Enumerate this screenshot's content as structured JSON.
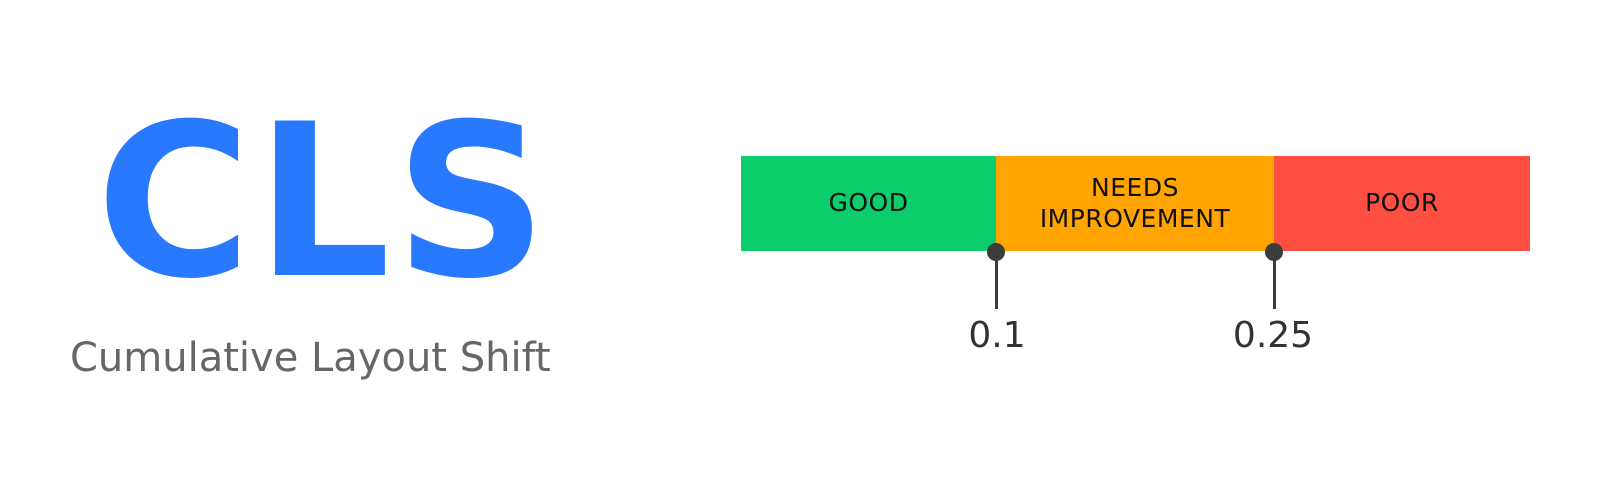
{
  "metric": {
    "title": "CLS",
    "subtitle": "Cumulative Layout Shift",
    "title_color": "#2979ff",
    "subtitle_color": "#666666"
  },
  "scale": {
    "segments": [
      {
        "label": "GOOD",
        "color": "#0ccd6b"
      },
      {
        "label": "NEEDS\nIMPROVEMENT",
        "color": "#ffa400"
      },
      {
        "label": "POOR",
        "color": "#ff4e42"
      }
    ],
    "thresholds": [
      {
        "value": 0.1,
        "label": "0.1"
      },
      {
        "value": 0.25,
        "label": "0.25"
      }
    ]
  }
}
